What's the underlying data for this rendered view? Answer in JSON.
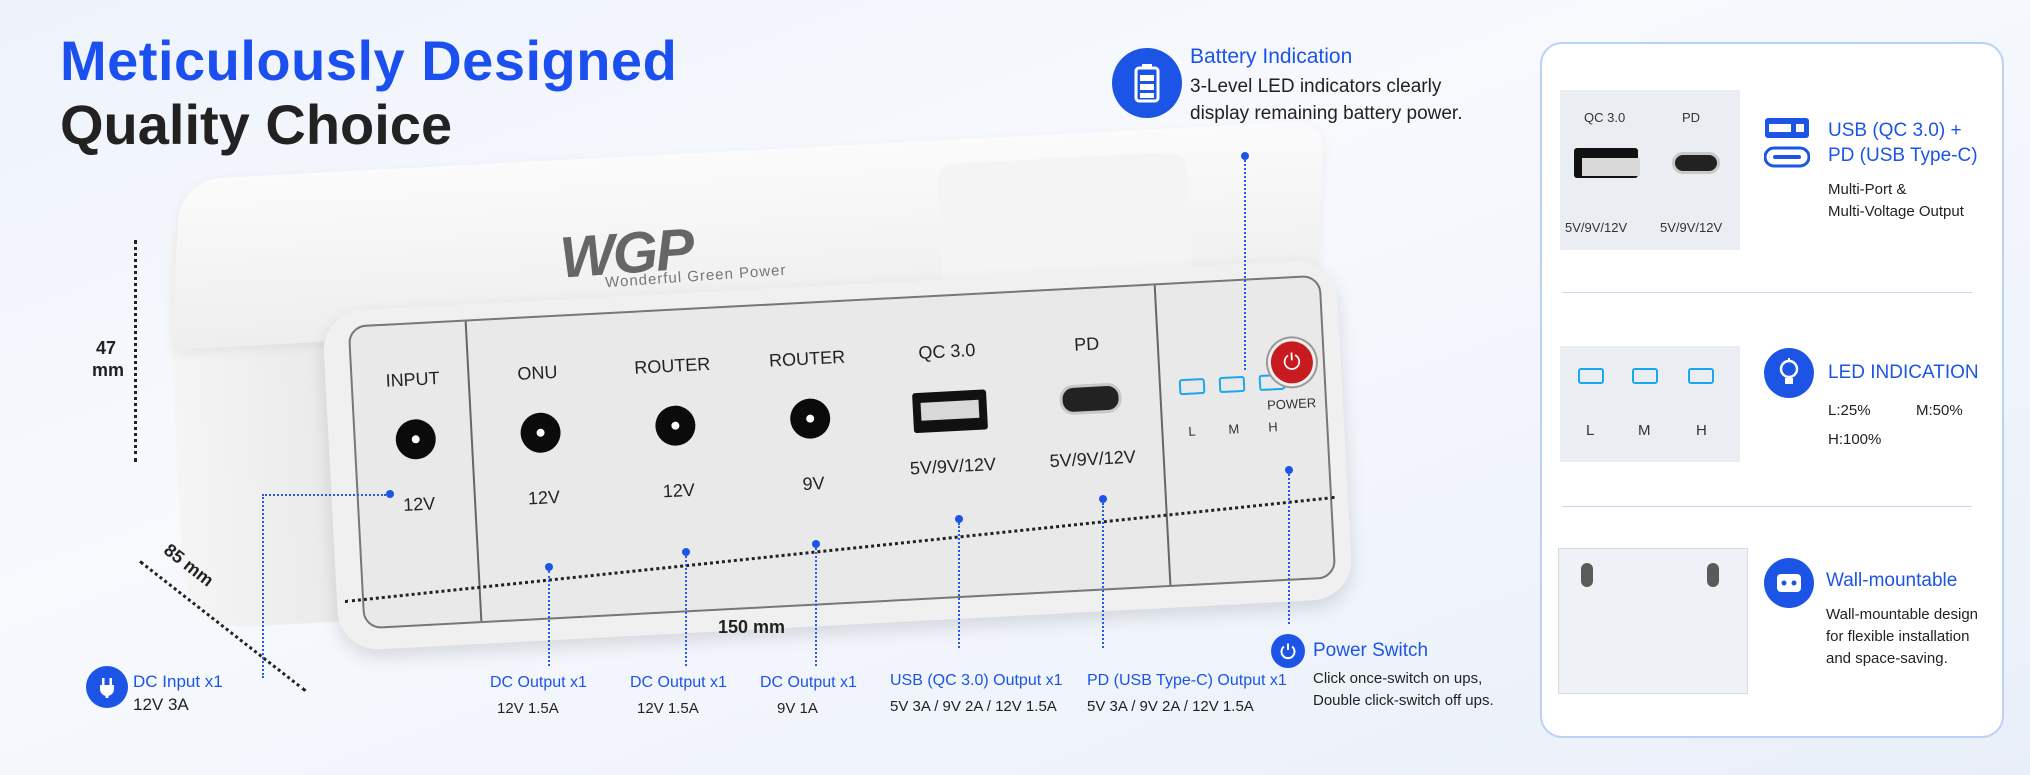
{
  "headline": {
    "line1": "Meticulously Designed",
    "line2": "Quality Choice"
  },
  "device": {
    "logo": "WGP",
    "logo_sub": "Wonderful Green Power",
    "ports": [
      {
        "label": "INPUT",
        "voltage": "12V"
      },
      {
        "label": "ONU",
        "voltage": "12V"
      },
      {
        "label": "ROUTER",
        "voltage": "12V"
      },
      {
        "label": "ROUTER",
        "voltage": "9V"
      },
      {
        "label": "QC 3.0",
        "voltage": "5V/9V/12V"
      },
      {
        "label": "PD",
        "voltage": "5V/9V/12V"
      }
    ],
    "led_labels": [
      "L",
      "M",
      "H"
    ],
    "power_label": "POWER"
  },
  "dimensions": {
    "height": "47",
    "height_unit": "mm",
    "depth": "85 mm",
    "width": "150 mm"
  },
  "battery_callout": {
    "title": "Battery Indication",
    "line1": "3-Level LED indicators clearly",
    "line2": "display remaining battery power."
  },
  "bottom_callouts": [
    {
      "title": "DC Input  x1",
      "sub": "12V  3A"
    },
    {
      "title": "DC Output  x1",
      "sub": "12V  1.5A"
    },
    {
      "title": "DC Output  x1",
      "sub": "12V  1.5A"
    },
    {
      "title": "DC Output  x1",
      "sub": "9V  1A"
    },
    {
      "title": "USB (QC 3.0) Output  x1",
      "sub": "5V 3A / 9V 2A / 12V  1.5A"
    },
    {
      "title": "PD (USB Type-C) Output  x1",
      "sub": "5V 3A / 9V 2A / 12V  1.5A"
    }
  ],
  "power_switch": {
    "title": "Power Switch",
    "line1": "Click once-switch on ups,",
    "line2": "Double click-switch off ups."
  },
  "features": [
    {
      "title1": "USB (QC 3.0) +",
      "title2": "PD (USB Type-C)",
      "sub1": "Multi-Port &",
      "sub2": "Multi-Voltage Output",
      "thumb": {
        "label_a": "QC 3.0",
        "label_b": "PD",
        "volt_a": "5V/9V/12V",
        "volt_b": "5V/9V/12V"
      }
    },
    {
      "title1": "LED INDICATION",
      "sub1": "L:25%",
      "sub1b": "M:50%",
      "sub2": "H:100%",
      "thumb": {
        "labels": [
          "L",
          "M",
          "H"
        ]
      }
    },
    {
      "title1": "Wall-mountable",
      "sub1": "Wall-mountable design",
      "sub2": "for flexible installation",
      "sub3": "and space-saving."
    }
  ],
  "colors": {
    "accent": "#1c55e6",
    "power_button": "#c81b1f",
    "led": "#1aa7ee"
  }
}
